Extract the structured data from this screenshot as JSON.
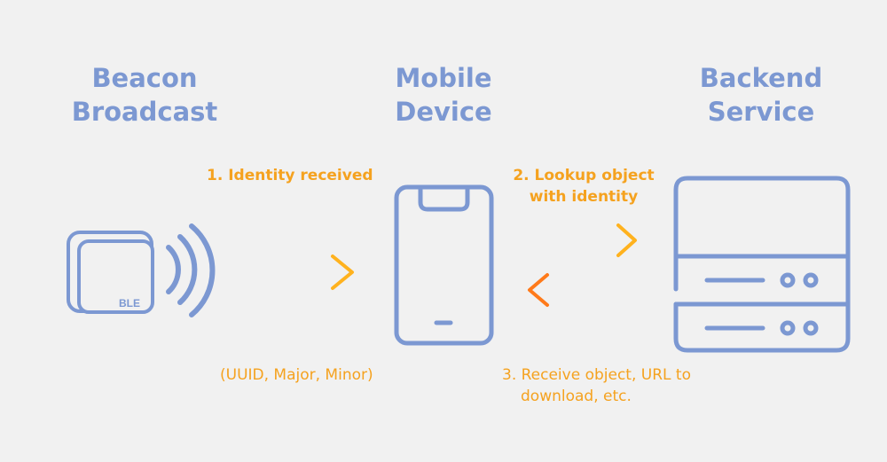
{
  "columns": {
    "beacon": {
      "line1": "Beacon",
      "line2": "Broadcast"
    },
    "mobile": {
      "line1": "Mobile",
      "line2": "Device"
    },
    "backend": {
      "line1": "Backend",
      "line2": "Service"
    }
  },
  "steps": {
    "identity_received": "1.  Identity received",
    "identity_detail": "(UUID, Major, Minor)",
    "lookup_line1": "2. Lookup object",
    "lookup_line2": "with identity",
    "receive_line1": "3. Receive object, URL to",
    "receive_line2": "download, etc."
  },
  "beacon_badge": "BLE",
  "colors": {
    "heading": "#7c98d2",
    "icon": "#7c98d2",
    "accent": "#f5a21f",
    "arrow_start": "#ff7a1a",
    "arrow_end": "#ffb21e",
    "background": "#f1f1f1"
  },
  "icons": {
    "beacon": "beacon-icon",
    "signal": "signal-waves-icon",
    "phone": "smartphone-icon",
    "server": "server-icon"
  }
}
